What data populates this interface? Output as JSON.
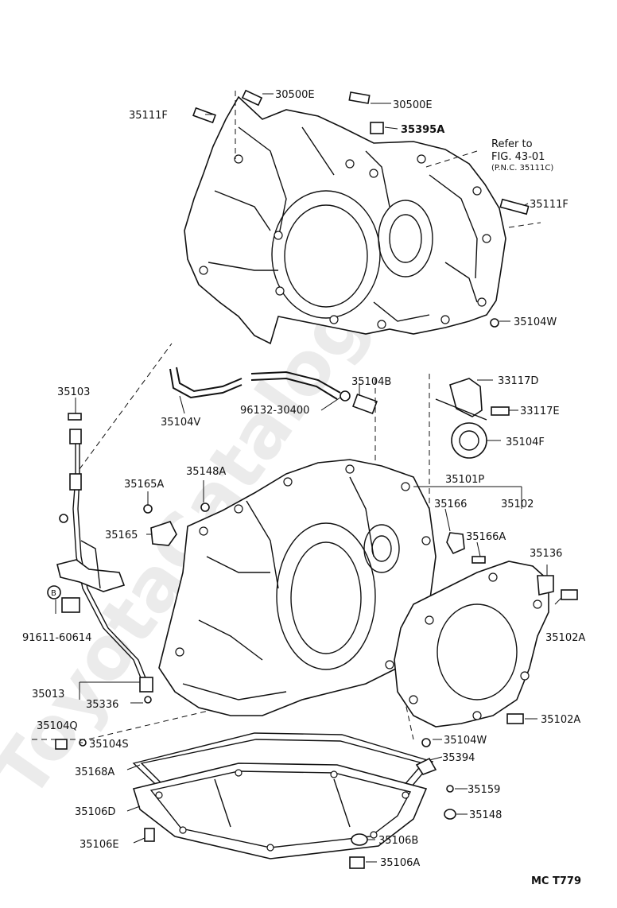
{
  "diagram": {
    "watermark": "ToyotaCatalog.ru",
    "drawing_code": "MC  T779",
    "refer_note": {
      "line1": "Refer to",
      "line2": "FIG. 43-01",
      "line3": "(P.N.C. 35111C)"
    },
    "circle_marker": "B",
    "parts": {
      "p30500E_a": "30500E",
      "p30500E_b": "30500E",
      "p35111F_a": "35111F",
      "p35395A": "35395A",
      "p35111F_b": "35111F",
      "p35104W_a": "35104W",
      "p35103": "35103",
      "p35104V": "35104V",
      "p35104B": "35104B",
      "p96132": "96132-30400",
      "p33117D": "33117D",
      "p33117E": "33117E",
      "p35104F": "35104F",
      "p35148A": "35148A",
      "p35165A": "35165A",
      "p35101P": "35101P",
      "p35166": "35166",
      "p35102": "35102",
      "p35165": "35165",
      "p35166A": "35166A",
      "p35136": "35136",
      "p91611": "91611-60614",
      "p35102A_a": "35102A",
      "p35013": "35013",
      "p35336": "35336",
      "p35102A_b": "35102A",
      "p35104Q": "35104Q",
      "p35104S": "35104S",
      "p35104W_b": "35104W",
      "p35394": "35394",
      "p35168A": "35168A",
      "p35159": "35159",
      "p35106D": "35106D",
      "p35148": "35148",
      "p35106E": "35106E",
      "p35106B": "35106B",
      "p35106A": "35106A"
    }
  }
}
